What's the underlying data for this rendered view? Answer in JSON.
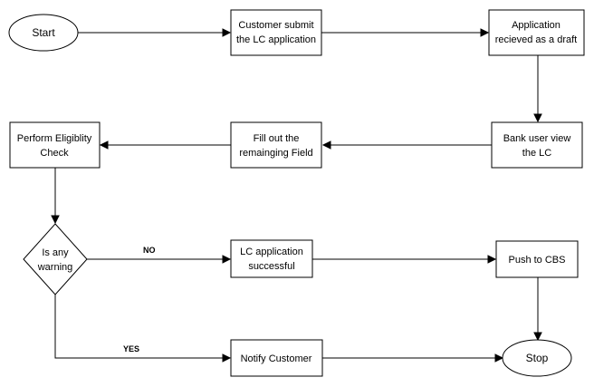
{
  "nodes": {
    "start": "Start",
    "submit": [
      "Customer submit",
      "the LC application"
    ],
    "draft": [
      "Application",
      "recieved as a draft"
    ],
    "bank_view": [
      "Bank user view",
      "the LC"
    ],
    "fill_field": [
      "Fill out the",
      "remainging Field"
    ],
    "eligibility": [
      "Perform Eligiblity",
      "Check"
    ],
    "warning": [
      "Is any",
      "warning"
    ],
    "success": [
      "LC application",
      "successful"
    ],
    "push_cbs": "Push to CBS",
    "notify": "Notify Customer",
    "stop": "Stop"
  },
  "edges": {
    "no_label": "NO",
    "yes_label": "YES"
  }
}
